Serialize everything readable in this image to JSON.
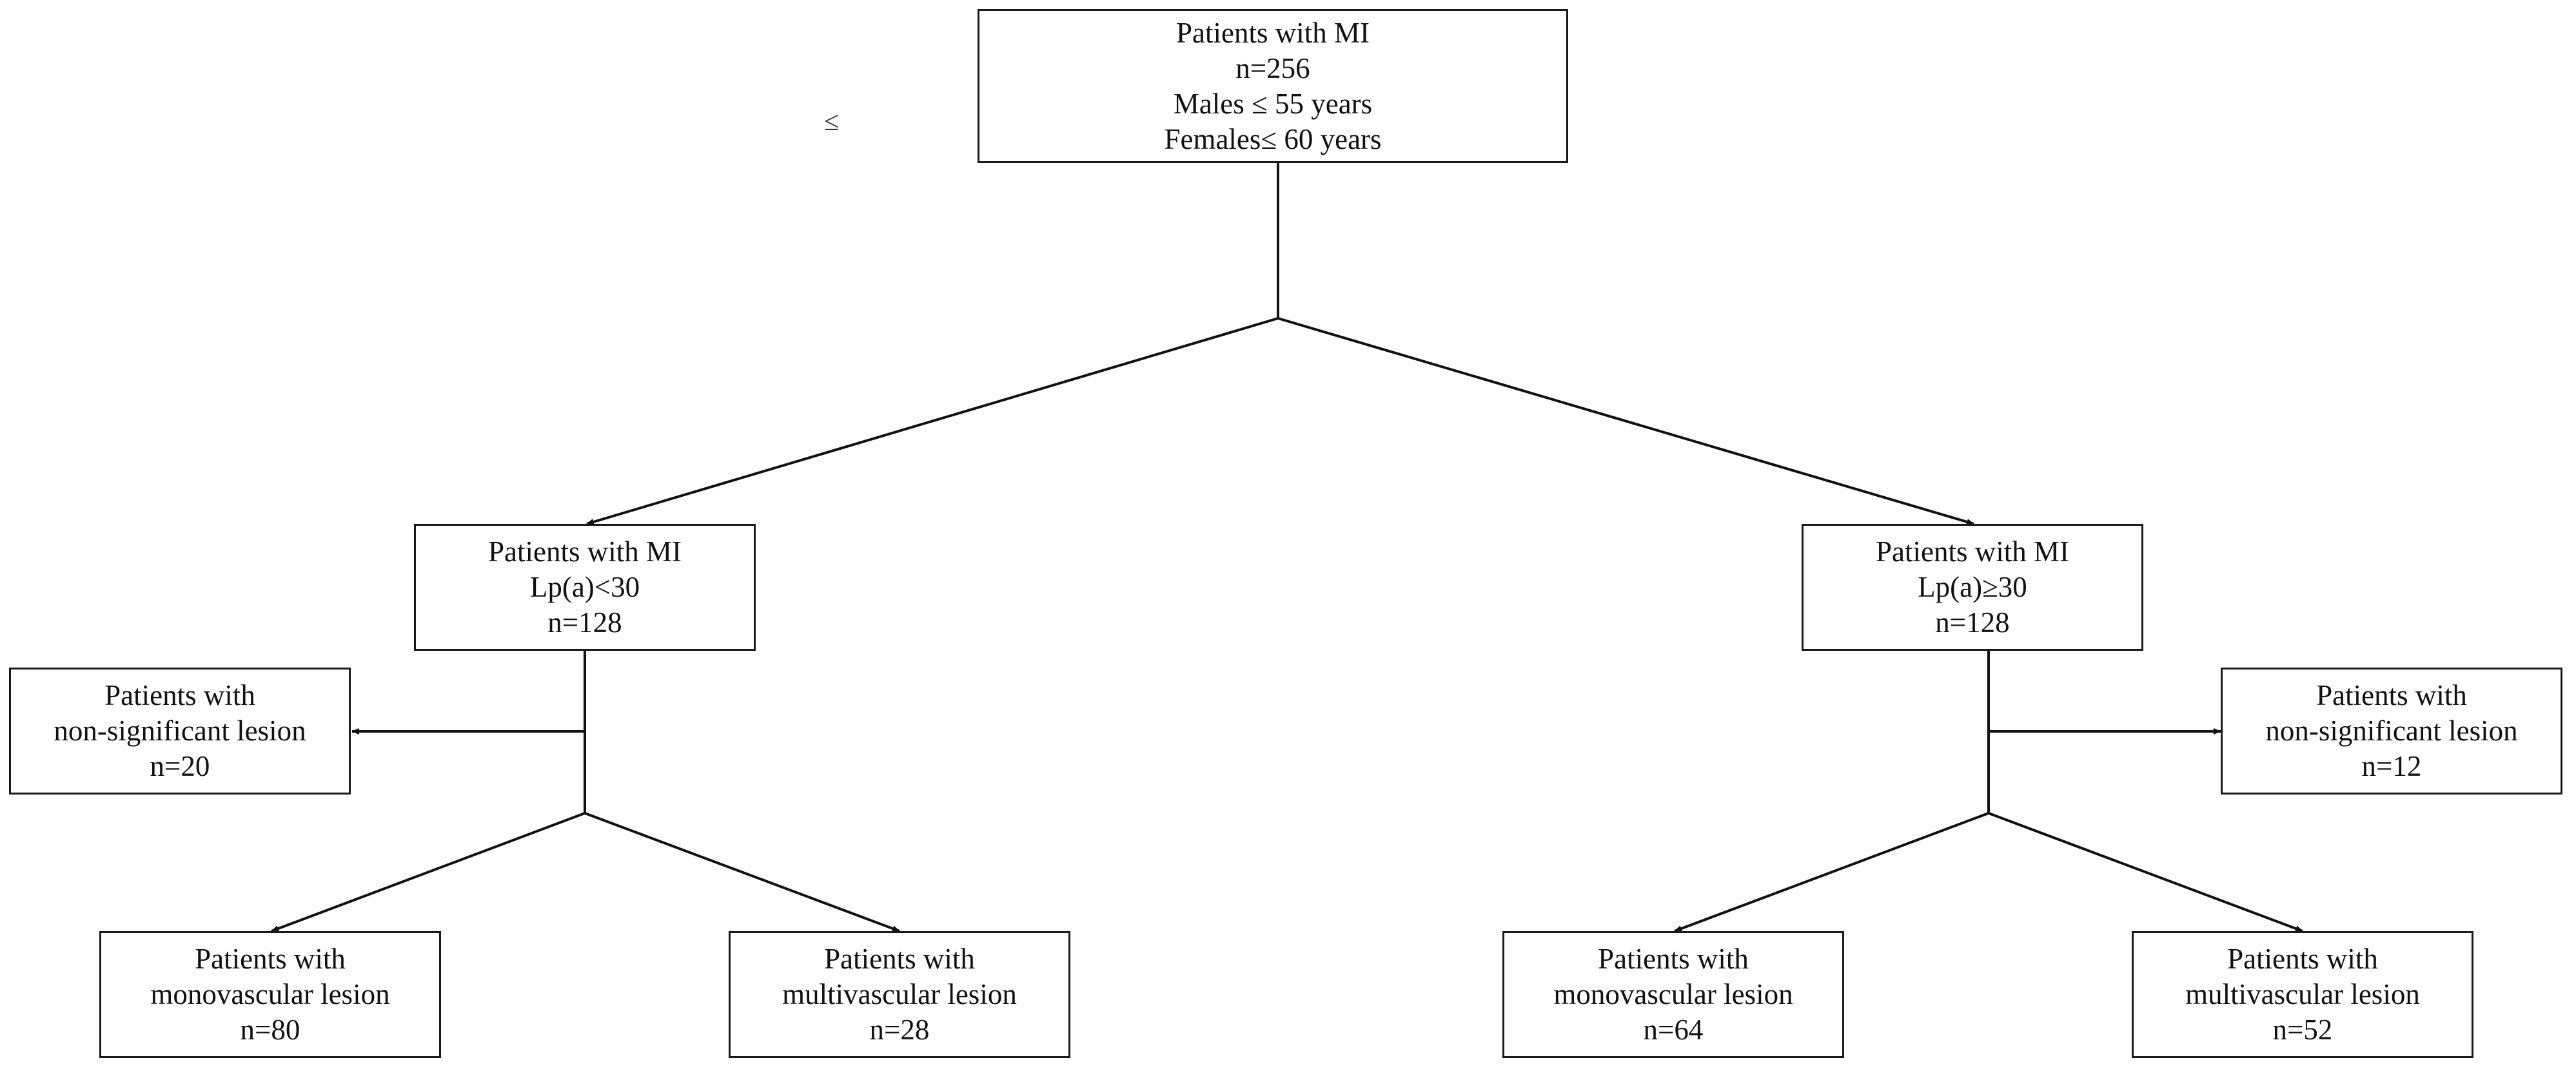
{
  "stray_symbol": "≤",
  "root": {
    "lines": [
      "Patients with MI",
      "n=256",
      "Males ≤ 55 years",
      "Females≤ 60 years"
    ]
  },
  "left": {
    "group": {
      "lines": [
        "Patients with MI",
        "Lp(a)<30",
        "n=128"
      ]
    },
    "nonsignificant": {
      "lines": [
        "Patients with",
        "non-significant lesion",
        "n=20"
      ]
    },
    "monovascular": {
      "lines": [
        "Patients with",
        "monovascular lesion",
        "n=80"
      ]
    },
    "multivascular": {
      "lines": [
        "Patients with",
        "multivascular lesion",
        "n=28"
      ]
    }
  },
  "right": {
    "group": {
      "lines": [
        "Patients with MI",
        "Lp(a)≥30",
        "n=128"
      ]
    },
    "nonsignificant": {
      "lines": [
        "Patients with",
        "non-significant lesion",
        "n=12"
      ]
    },
    "monovascular": {
      "lines": [
        "Patients with",
        "monovascular lesion",
        "n=64"
      ]
    },
    "multivascular": {
      "lines": [
        "Patients with",
        "multivascular lesion",
        "n=52"
      ]
    }
  }
}
